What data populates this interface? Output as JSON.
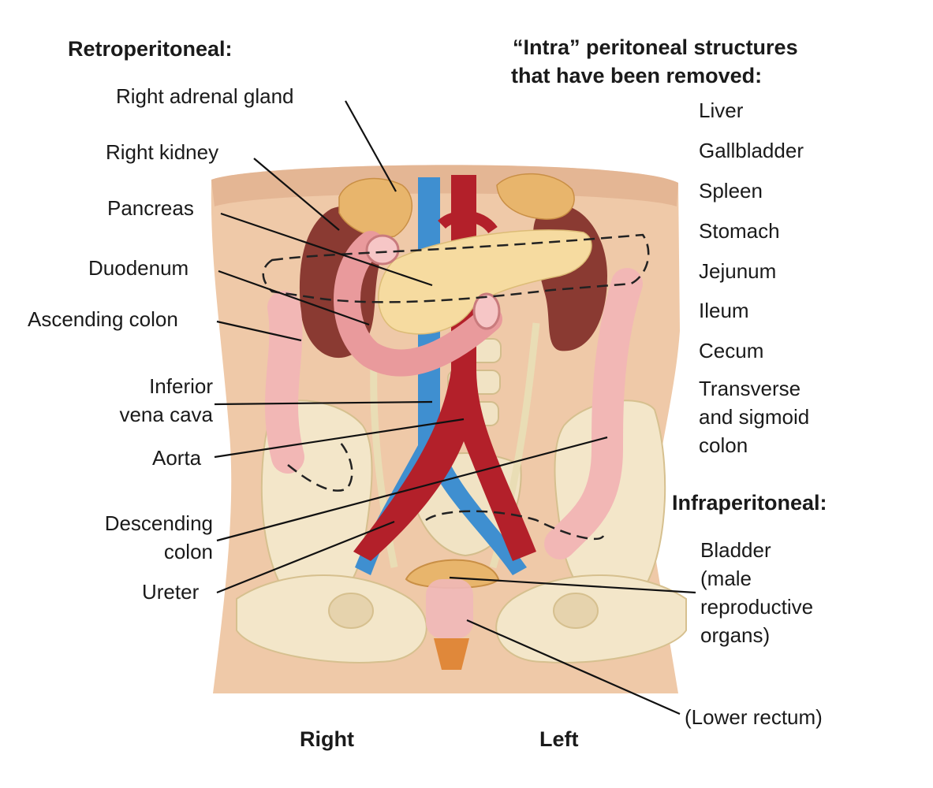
{
  "retroperitoneal": {
    "heading": "Retroperitoneal:",
    "labels": {
      "right_adrenal_gland": "Right adrenal gland",
      "right_kidney": "Right kidney",
      "pancreas": "Pancreas",
      "duodenum": "Duodenum",
      "ascending_colon": "Ascending colon",
      "inferior_vena_cava": [
        "Inferior",
        "vena cava"
      ],
      "aorta": "Aorta",
      "descending_colon": [
        "Descending",
        "colon"
      ],
      "ureter": "Ureter"
    }
  },
  "intraperitoneal": {
    "heading": [
      "“Intra” peritoneal structures",
      "that have been removed:"
    ],
    "items": [
      "Liver",
      "Gallbladder",
      "Spleen",
      "Stomach",
      "Jejunum",
      "Ileum",
      "Cecum"
    ],
    "transverse": [
      "Transverse",
      "and sigmoid",
      "colon"
    ]
  },
  "infraperitoneal": {
    "heading": "Infraperitoneal:",
    "bladder": [
      "Bladder",
      "(male",
      "reproductive",
      "organs)"
    ],
    "lower_rectum": "(Lower rectum)"
  },
  "orientation": {
    "right": "Right",
    "left": "Left"
  },
  "colors": {
    "skin": "#efc9a8",
    "bone": "#f3e6c9",
    "kidney": "#8a3a32",
    "adrenal": "#e8b56c",
    "pancreas": "#f6dba0",
    "aorta": "#b3202a",
    "vena_cava": "#3f8fd0",
    "colon": "#f2b7b5",
    "duodenum": "#e99a9c",
    "ureter": "#e9ddb5"
  }
}
